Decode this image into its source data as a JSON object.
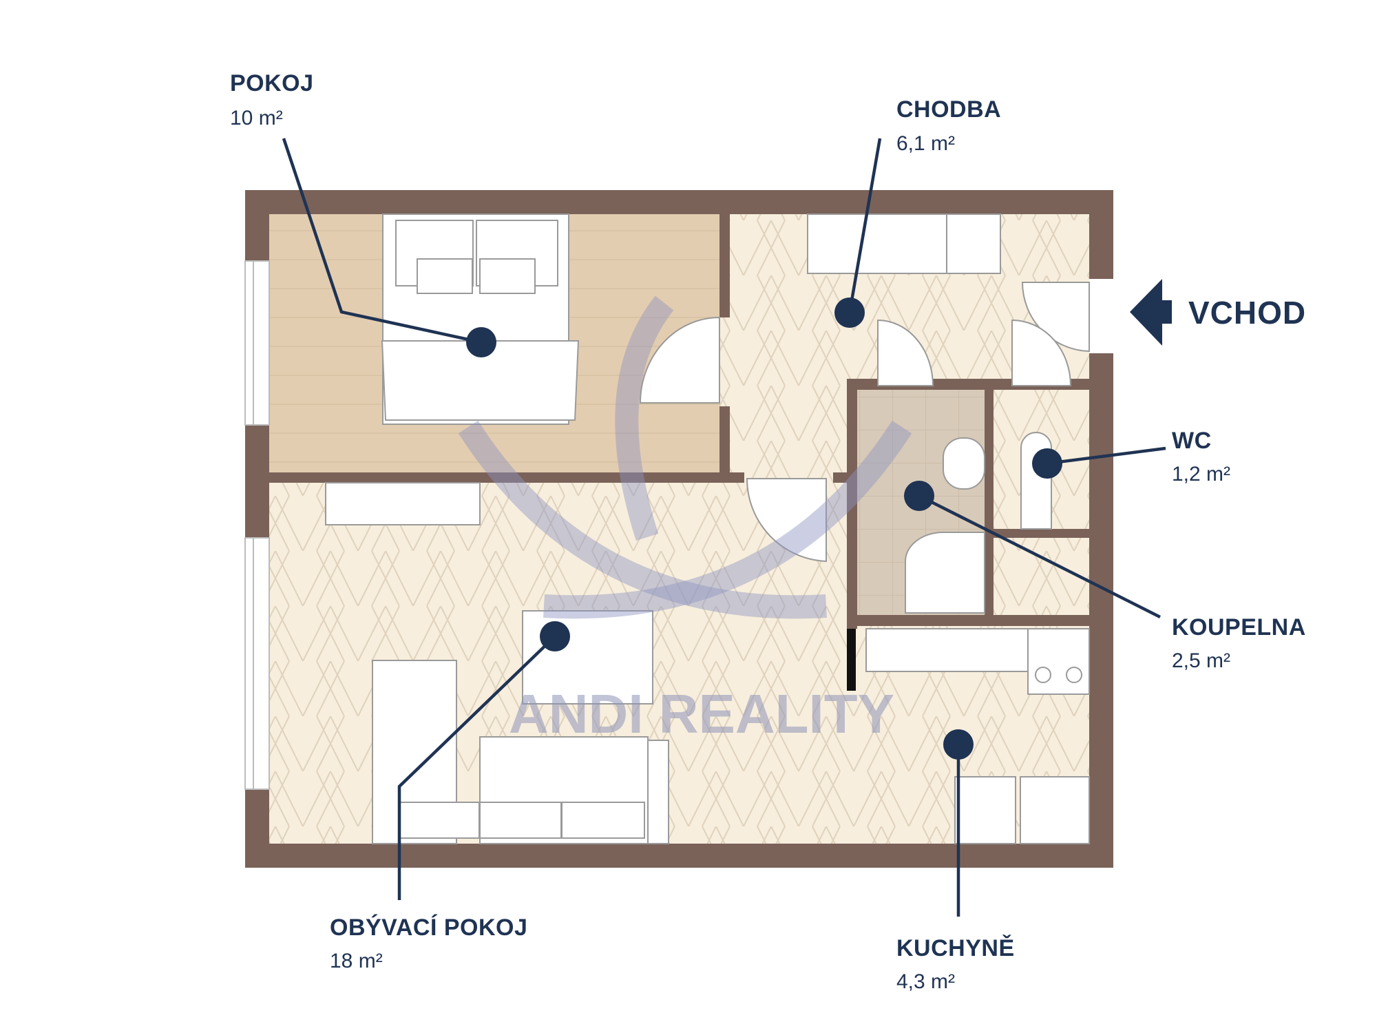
{
  "plan": {
    "entrance_label": "VCHOD",
    "watermark": "ANDI REALITY",
    "rooms": [
      {
        "name": "POKOJ",
        "area": "10 m²"
      },
      {
        "name": "CHODBA",
        "area": "6,1 m²"
      },
      {
        "name": "WC",
        "area": "1,2 m²"
      },
      {
        "name": "KOUPELNA",
        "area": "2,5 m²"
      },
      {
        "name": "OBÝVACÍ POKOJ",
        "area": "18 m²"
      },
      {
        "name": "KUCHYNĚ",
        "area": "4,3 m²"
      }
    ]
  },
  "colors": {
    "navy": "#1f3353",
    "wall": "#7a6259",
    "floor": "#f7eedd",
    "wood": "#e3cdb0",
    "tile": "#d8cab8"
  }
}
